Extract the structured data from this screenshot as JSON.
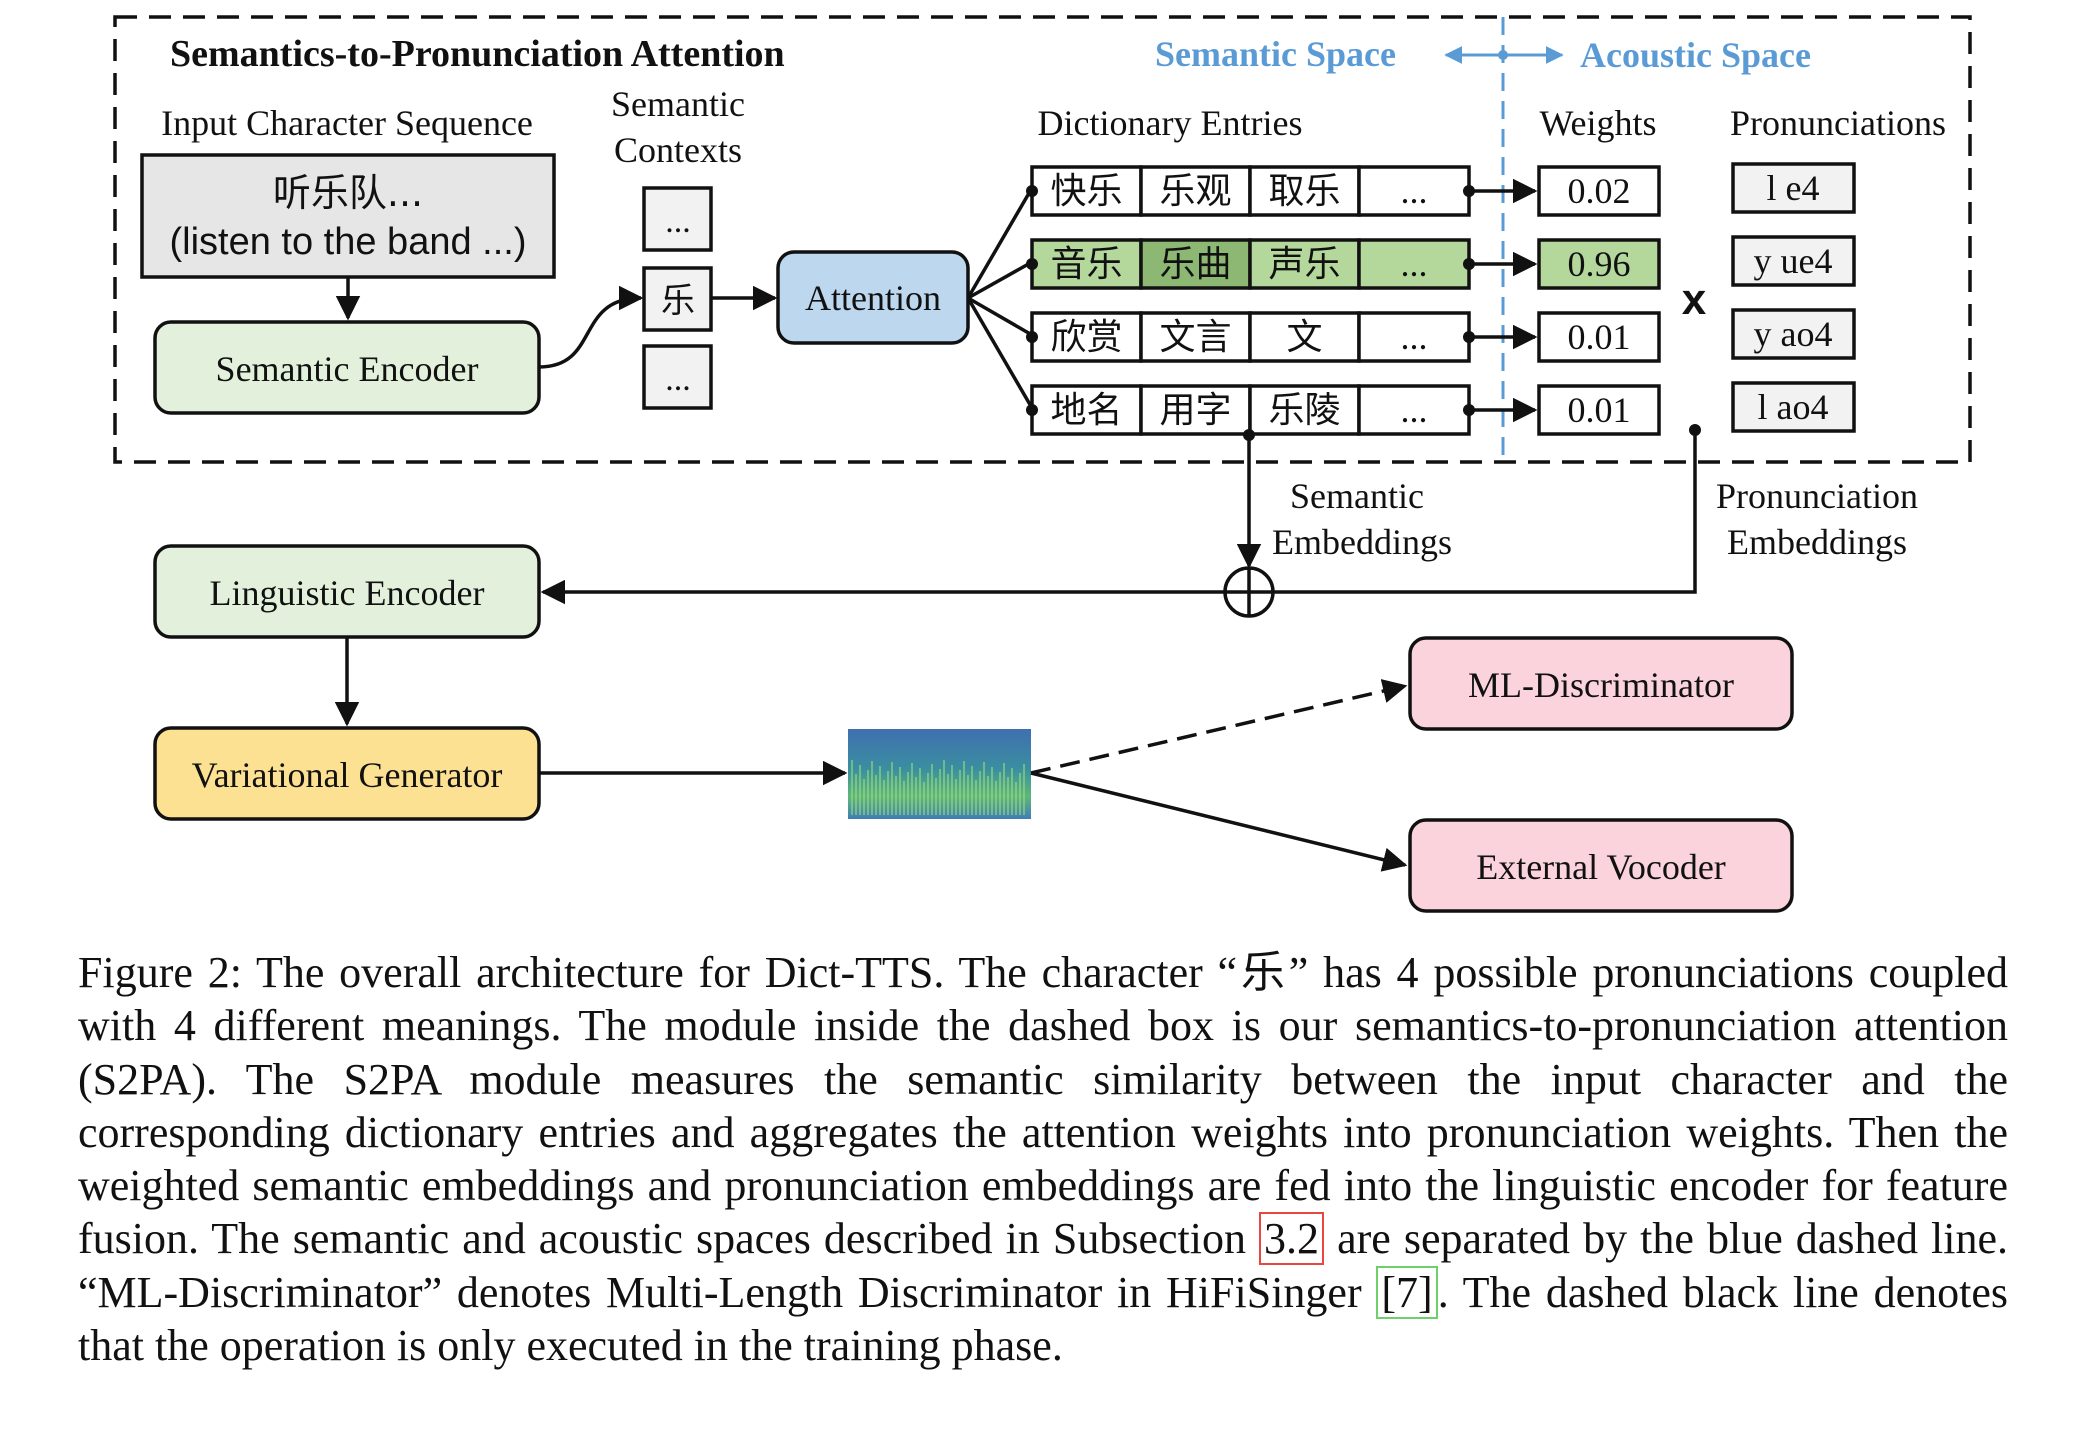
{
  "title": "Semantics-to-Pronunciation Attention",
  "semantic_space_label": "Semantic Space",
  "acoustic_space_label": "Acoustic Space",
  "input_sequence_label": "Input Character Sequence",
  "input_text_cn": "听乐队...",
  "input_text_en": "(listen to the band ...)",
  "semantic_encoder_label": "Semantic Encoder",
  "semantic_contexts_label": [
    "Semantic",
    "Contexts"
  ],
  "context_cells": [
    "...",
    "乐",
    "..."
  ],
  "attention_label": "Attention",
  "dictionary_entries_label": "Dictionary Entries",
  "dictionary_rows": [
    {
      "cells": [
        "快乐",
        "乐观",
        "取乐",
        "..."
      ],
      "highlight": false
    },
    {
      "cells": [
        "音乐",
        "乐曲",
        "声乐",
        "..."
      ],
      "highlight": true
    },
    {
      "cells": [
        "欣赏",
        "文言",
        "文",
        "..."
      ],
      "highlight": false
    },
    {
      "cells": [
        "地名",
        "用字",
        "乐陵",
        "..."
      ],
      "highlight": false
    }
  ],
  "weights_label": "Weights",
  "weights": [
    "0.02",
    "0.96",
    "0.01",
    "0.01"
  ],
  "multiply_symbol": "x",
  "pronunciations_label": "Pronunciations",
  "pronunciations": [
    "l e4",
    "y ue4",
    "y ao4",
    "l ao4"
  ],
  "semantic_embeddings_label": [
    "Semantic",
    "Embeddings"
  ],
  "pronunciation_embeddings_label": [
    "Pronunciation",
    "Embeddings"
  ],
  "linguistic_encoder_label": "Linguistic Encoder",
  "variational_generator_label": "Variational Generator",
  "ml_discriminator_label": "ML-Discriminator",
  "external_vocoder_label": "External Vocoder",
  "colors": {
    "semantic_encoder_fill": "#e3f1dc",
    "attention_fill": "#bdd7ee",
    "generator_fill": "#fde193",
    "discriminator_fill": "#fbd3dc",
    "highlight_row": "#b4d79b",
    "highlight_cell_dark": "#8db873",
    "space_label_blue": "#5b9bd5",
    "input_box_fill": "#e6e6e6"
  },
  "caption": {
    "part1": "Figure 2: The overall architecture for Dict-TTS. The character “乐” has 4 possible pronunciations coupled with 4 different meanings. The module inside the dashed box is our semantics-to-pronunciation attention (S2PA). The S2PA module measures the semantic similarity between the input character and the corresponding dictionary entries and aggregates the attention weights into pronunciation weights. Then the weighted semantic embeddings and pronunciation embeddings are fed into the linguistic encoder for feature fusion. The semantic and acoustic spaces described in Subsection",
    "ref1": "3.2",
    "part2": "are separated by the blue dashed line. “ML-Discriminator” denotes Multi-Length Discriminator in HiFiSinger",
    "ref2": "[7]",
    "part3": ". The dashed black line denotes that the operation is only executed in the training phase."
  }
}
